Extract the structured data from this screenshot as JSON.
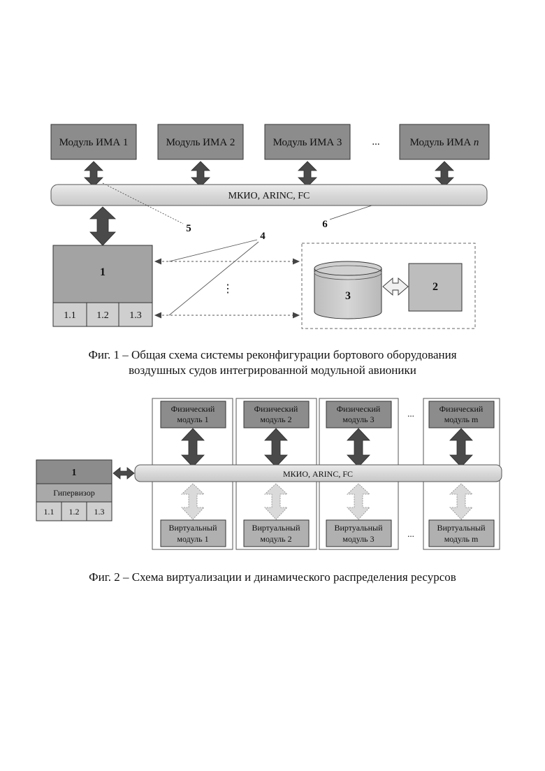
{
  "fig1": {
    "modules": [
      {
        "prefix": "Модуль ИМА ",
        "num": "1"
      },
      {
        "prefix": "Модуль ИМА ",
        "num": "2"
      },
      {
        "prefix": "Модуль ИМА ",
        "num": "3"
      },
      {
        "prefix": "Модуль ИМА ",
        "num": "n"
      }
    ],
    "ellipsis": "...",
    "bus_label": "МКИО, ARINC, FC",
    "block1_label": "1",
    "block1_cells": [
      "1.1",
      "1.2",
      "1.3"
    ],
    "callout_4": "4",
    "callout_5": "5",
    "callout_6": "6",
    "vdots": "⋮",
    "storage_label": "3",
    "block2_label": "2",
    "caption_line1": "Фиг. 1 – Общая схема системы реконфигурации бортового оборудования",
    "caption_line2": "воздушных судов интегрированной модульной авионики"
  },
  "fig2": {
    "hypervisor_num": "1",
    "hypervisor_label": "Гипервизор",
    "hypervisor_cells": [
      "1.1",
      "1.2",
      "1.3"
    ],
    "bus_label": "МКИО, ARINC, FC",
    "physical": [
      {
        "line1": "Физический",
        "line2": "модуль 1"
      },
      {
        "line1": "Физический",
        "line2": "модуль 2"
      },
      {
        "line1": "Физический",
        "line2": "модуль 3"
      },
      {
        "line1": "Физический",
        "line2": "модуль m"
      }
    ],
    "virtual": [
      {
        "line1": "Виртуальный",
        "line2": "модуль 1"
      },
      {
        "line1": "Виртуальный",
        "line2": "модуль 2"
      },
      {
        "line1": "Виртуальный",
        "line2": "модуль 3"
      },
      {
        "line1": "Виртуальный",
        "line2": "модуль m"
      }
    ],
    "ellipsis": "...",
    "caption": "Фиг. 2 – Схема виртуализации и динамического распределения ресурсов"
  },
  "colors": {
    "module_dark": "#8c8c8c",
    "bus_light": "#dcdcdc",
    "block_medium": "#a3a3a3",
    "cell_light": "#cfcfcf",
    "arrow_dark": "#4a4a4a",
    "arrow_light": "#d0d0d0"
  }
}
